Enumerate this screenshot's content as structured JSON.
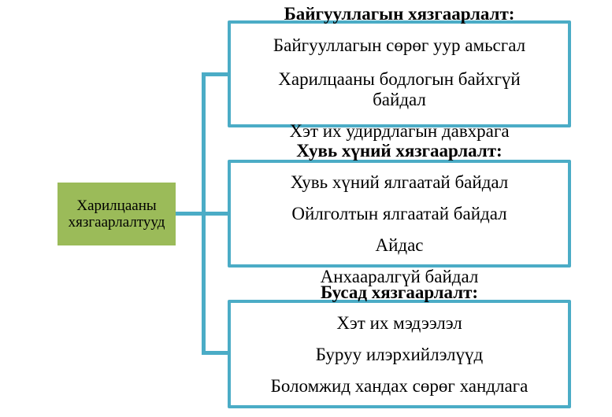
{
  "root": {
    "label_line1": "Харилцааны",
    "label_line2": "хязгаарлалтууд"
  },
  "groups": [
    {
      "title": "Байгууллагын хязгаарлалт:",
      "items": [
        "Байгууллагын сөрөг уур амьсгал",
        "Харилцааны бодлогын байхгүй",
        "байдал",
        "Хэт их удирдлагын давхрага"
      ]
    },
    {
      "title": "Хувь хүний хязгаарлалт:",
      "items": [
        "Хувь хүний ялгаатай байдал",
        "Ойлголтын ялгаатай байдал",
        "Айдас",
        "Анхааралгүй байдал"
      ]
    },
    {
      "title": "Бусад хязгаарлалт:",
      "items": [
        "Хэт их мэдээлэл",
        "Буруу илэрхийлэлүүд",
        "Боломжид хандах сөрөг хандлага"
      ]
    }
  ],
  "colors": {
    "connector": "#4bacc6",
    "root_fill": "#9bbb59"
  }
}
